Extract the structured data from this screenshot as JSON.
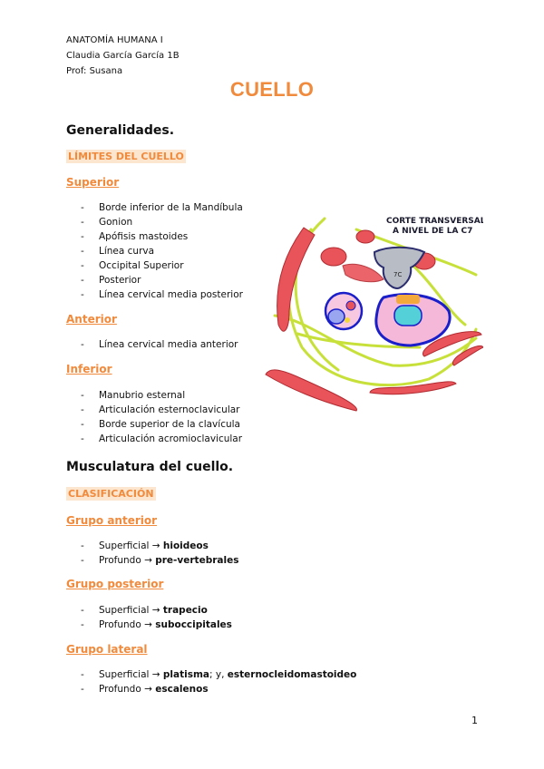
{
  "header": {
    "line1": "ANATOMÍA HUMANA I",
    "line2": "Claudia García García 1B",
    "line3": "Prof: Susana"
  },
  "title": "CUELLO",
  "section1": {
    "heading": "Generalidades.",
    "band": "LÍMITES DEL CUELLO",
    "superior": {
      "label": "Superior",
      "items": [
        "Borde inferior de la Mandíbula",
        "Gonion",
        "Apófisis mastoides",
        "Línea curva",
        "Occipital Superior",
        "Posterior",
        "Línea cervical media posterior"
      ]
    },
    "anterior": {
      "label": "Anterior",
      "items": [
        "Línea cervical media anterior"
      ]
    },
    "inferior": {
      "label": "Inferior",
      "items": [
        "Manubrio esternal",
        "Articulación esternoclavicular",
        "Borde superior de la clavícula",
        "Articulación acromioclavicular"
      ]
    }
  },
  "section2": {
    "heading": "Musculatura del cuello.",
    "band": "CLASIFICACIÓN",
    "groups": [
      {
        "label": "Grupo anterior",
        "items": [
          {
            "prefix": "Superficial → ",
            "bold": "hioideos",
            "suffix": ""
          },
          {
            "prefix": "Profundo → ",
            "bold": "pre-vertebrales",
            "suffix": ""
          }
        ]
      },
      {
        "label": "Grupo posterior",
        "items": [
          {
            "prefix": "Superficial → ",
            "bold": "trapecio",
            "suffix": ""
          },
          {
            "prefix": "Profundo → ",
            "bold": "suboccipitales",
            "suffix": ""
          }
        ]
      },
      {
        "label": "Grupo lateral",
        "items": [
          {
            "prefix": "Superficial → ",
            "bold": "platisma",
            "suffix": "; y, ",
            "bold2": "esternocleidomastoideo"
          },
          {
            "prefix": "Profundo → ",
            "bold": "escalenos",
            "suffix": ""
          }
        ]
      }
    ]
  },
  "figure": {
    "title_line1": "CORTE TRANSVERSAL",
    "title_line2": "A NIVEL DE LA C7",
    "vertebra_label": "7C"
  },
  "page_number": "1",
  "colors": {
    "accent": "#f08a3c",
    "band_bg": "#fde6cf",
    "muscle_red": "#e8545a",
    "fascia_green": "#c8e03a",
    "vessel_blue": "#1a1fc9"
  }
}
